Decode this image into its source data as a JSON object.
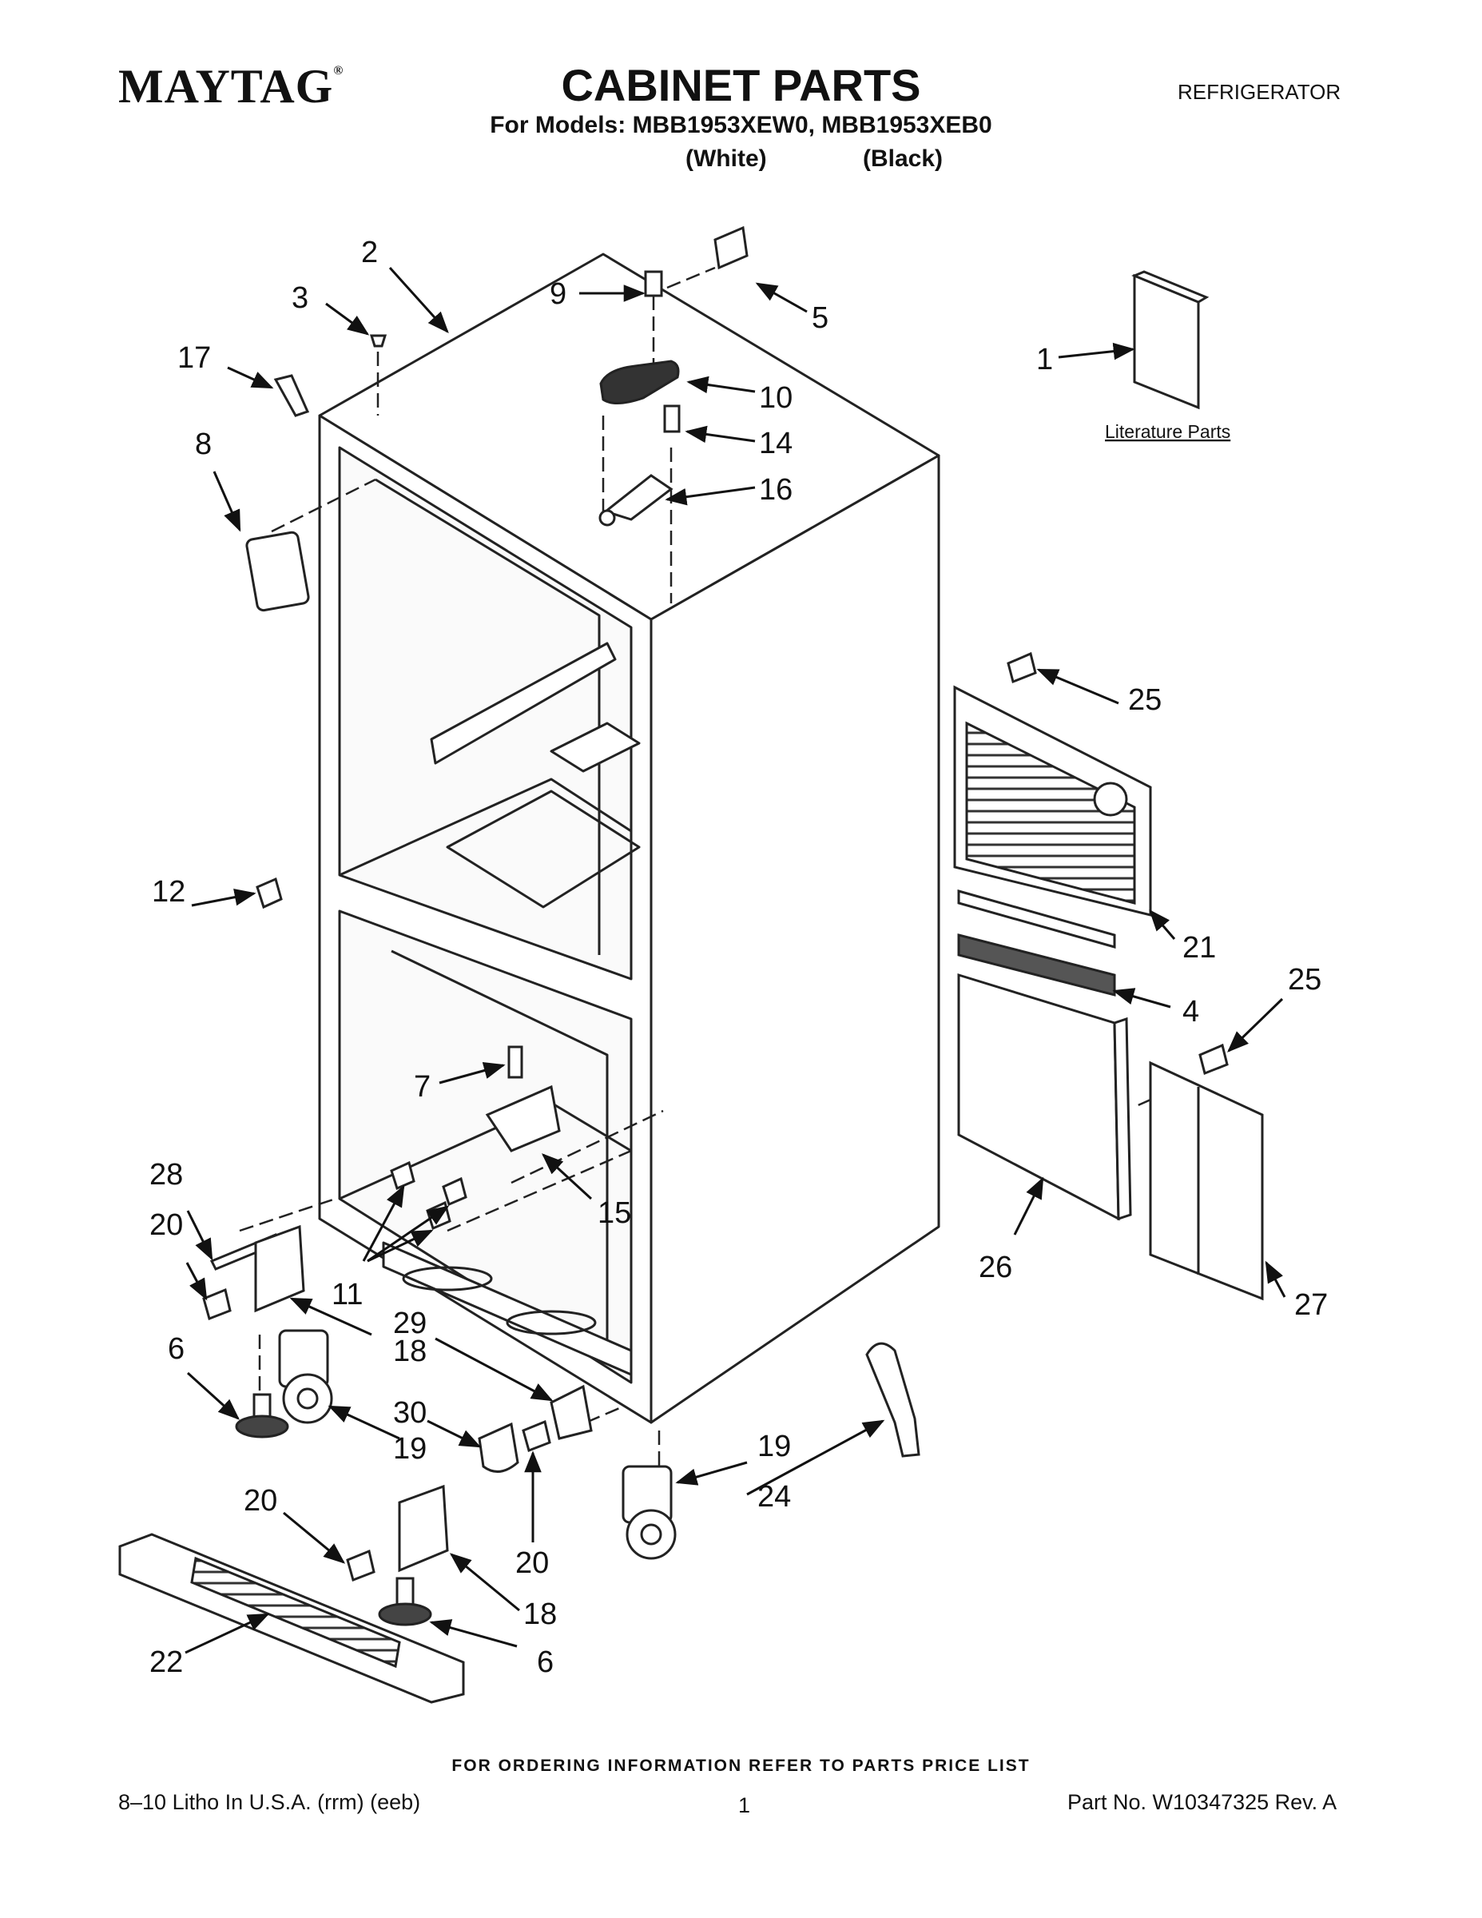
{
  "header": {
    "brand": "MAYTAG",
    "brand_mark": "®",
    "title": "CABINET PARTS",
    "category": "REFRIGERATOR",
    "models_line": "For Models: MBB1953XEW0, MBB1953XEB0",
    "color_white": "(White)",
    "color_black": "(Black)"
  },
  "diagram": {
    "literature_label": "Literature Parts",
    "callouts": {
      "c1": "1",
      "c2": "2",
      "c3": "3",
      "c4": "4",
      "c5": "5",
      "c6a": "6",
      "c6b": "6",
      "c7": "7",
      "c8": "8",
      "c9": "9",
      "c10": "10",
      "c11": "11",
      "c12": "12",
      "c14": "14",
      "c15": "15",
      "c16": "16",
      "c17": "17",
      "c18a": "18",
      "c18b": "18",
      "c19a": "19",
      "c19b": "19",
      "c20a": "20",
      "c20b": "20",
      "c20c": "20",
      "c21": "21",
      "c22": "22",
      "c24": "24",
      "c25a": "25",
      "c25b": "25",
      "c26": "26",
      "c27": "27",
      "c28": "28",
      "c29": "29",
      "c30": "30"
    }
  },
  "footer": {
    "order_info": "FOR ORDERING INFORMATION REFER TO PARTS PRICE LIST",
    "litho": "8–10 Litho In U.S.A. (rrm) (eeb)",
    "page_number": "1",
    "part_no": "Part No. W10347325 Rev. A"
  }
}
